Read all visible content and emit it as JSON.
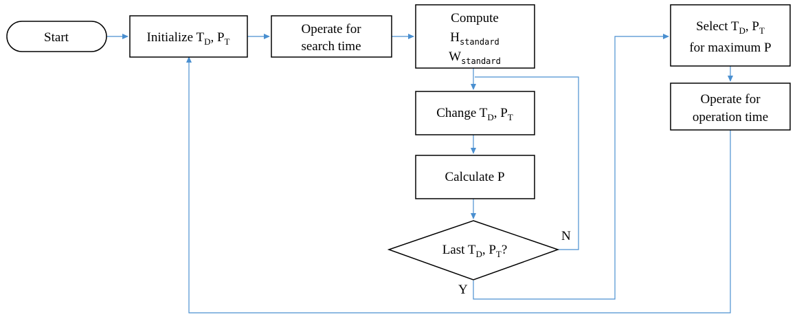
{
  "colors": {
    "connector": "#4a8fd0",
    "box_stroke": "#000000",
    "background": "#ffffff"
  },
  "nodes": {
    "start": {
      "label": "Start"
    },
    "initialize": {
      "label": "Initialize T",
      "sub1": "D",
      "mid": ", P",
      "sub2": "T"
    },
    "operate_search": {
      "line1": "Operate for",
      "line2": "search time"
    },
    "compute": {
      "line1": "Compute",
      "h": "H",
      "h_sub": "standard",
      "w": "W",
      "w_sub": "standard"
    },
    "change": {
      "label": "Change T",
      "sub1": "D",
      "mid": ", P",
      "sub2": "T"
    },
    "calculate": {
      "label": "Calculate P"
    },
    "decision": {
      "label": "Last T",
      "sub1": "D",
      "mid": ", P",
      "sub2": "T",
      "suffix": "?"
    },
    "select": {
      "line1": "Select T",
      "sub1": "D",
      "mid": ", P",
      "sub2": "T",
      "line2": "for maximum P"
    },
    "operate_operation": {
      "line1": "Operate for",
      "line2": "operation time"
    }
  },
  "branch_labels": {
    "no": "N",
    "yes": "Y"
  }
}
